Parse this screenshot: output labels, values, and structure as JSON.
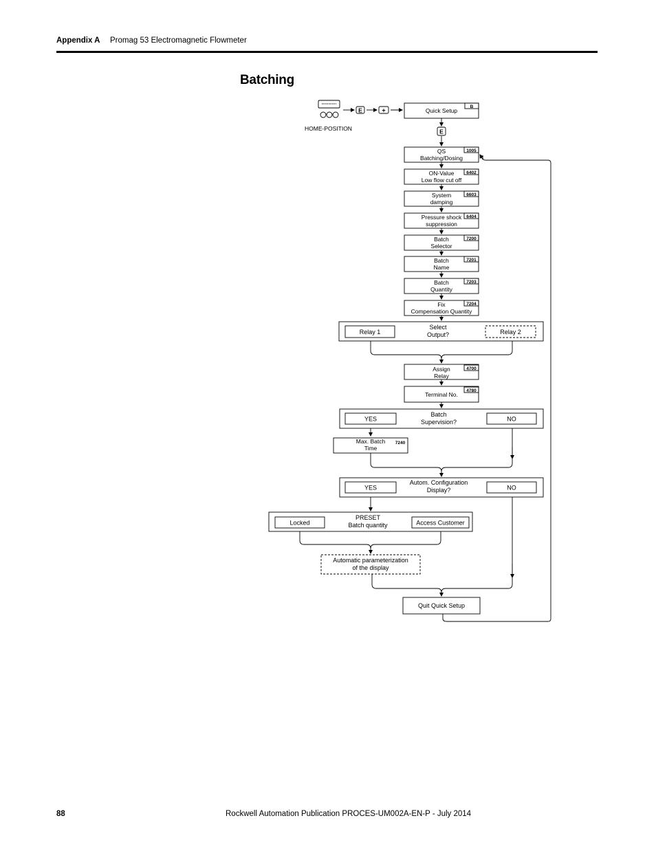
{
  "header": {
    "appendix": "Appendix A",
    "title": "Promag 53 Electromagnetic Flowmeter"
  },
  "page_title": "Batching",
  "diagram": {
    "home_position": "HOME-POSITION",
    "key_e": "E",
    "key_plus": "+",
    "quick_setup": {
      "label": "Quick Setup",
      "code": "B"
    },
    "functions": [
      {
        "line1": "QS",
        "line2": "Batching/Dosing",
        "code": "1005"
      },
      {
        "line1": "ON-Value",
        "line2": "Low flow cut off",
        "code": "6402"
      },
      {
        "line1": "System",
        "line2": "damping",
        "code": "6603"
      },
      {
        "line1": "Pressure shock",
        "line2": "suppression",
        "code": "6404"
      },
      {
        "line1": "Batch",
        "line2": "Selector",
        "code": "7200"
      },
      {
        "line1": "Batch",
        "line2": "Name",
        "code": "7201"
      },
      {
        "line1": "Batch",
        "line2": "Quantity",
        "code": "7203"
      },
      {
        "line1": "Fix",
        "line2": "Compensation Quantity",
        "code": "7204"
      }
    ],
    "select_output": {
      "line1": "Select",
      "line2": "Output?",
      "left": "Relay 1",
      "right": "Relay 2"
    },
    "assign_relay": {
      "line1": "Assign",
      "line2": "Relay",
      "code": "4700"
    },
    "terminal_no": {
      "label": "Terminal No.",
      "code": "4780"
    },
    "batch_supervision": {
      "line1": "Batch",
      "line2": "Supervision?",
      "yes": "YES",
      "no": "NO"
    },
    "max_batch_time": {
      "line1": "Max. Batch",
      "line2": "Time",
      "code": "7240"
    },
    "autom_config": {
      "line1": "Autom. Configuration",
      "line2": "Display?",
      "yes": "YES",
      "no": "NO"
    },
    "preset": {
      "line1": "PRESET",
      "line2": "Batch quantity",
      "left": "Locked",
      "right": "Access Customer"
    },
    "auto_param": {
      "line1": "Automatic parameterization",
      "line2": "of the display"
    },
    "quit": "Quit Quick Setup"
  },
  "footer": {
    "page_number": "88",
    "publication": "Rockwell Automation Publication PROCES-UM002A-EN-P - July 2014"
  }
}
